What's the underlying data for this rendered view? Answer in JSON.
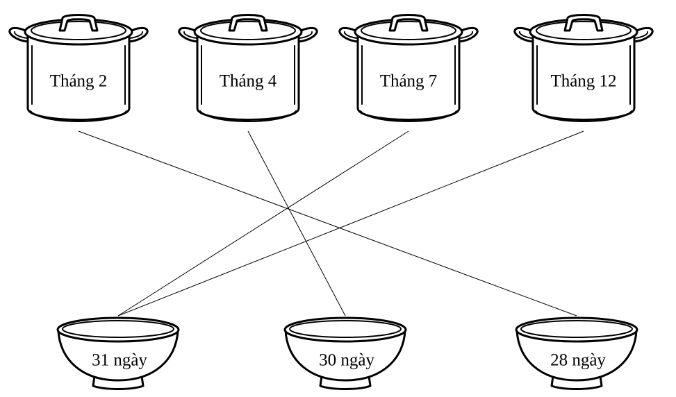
{
  "pots": [
    {
      "id": "thang-2",
      "label": "Tháng 2"
    },
    {
      "id": "thang-4",
      "label": "Tháng 4"
    },
    {
      "id": "thang-7",
      "label": "Tháng 7"
    },
    {
      "id": "thang-12",
      "label": "Tháng 12"
    }
  ],
  "bowls": [
    {
      "id": "31-ngay",
      "label": "31 ngày"
    },
    {
      "id": "30-ngay",
      "label": "30 ngày"
    },
    {
      "id": "28-ngay",
      "label": "28 ngày"
    }
  ],
  "connections": [
    {
      "from": "thang-2",
      "to": "28-ngay"
    },
    {
      "from": "thang-4",
      "to": "30-ngay"
    },
    {
      "from": "thang-7",
      "to": "31-ngay"
    },
    {
      "from": "thang-12",
      "to": "31-ngay"
    }
  ],
  "colors": {
    "ink": "#000000",
    "paper": "#ffffff"
  }
}
